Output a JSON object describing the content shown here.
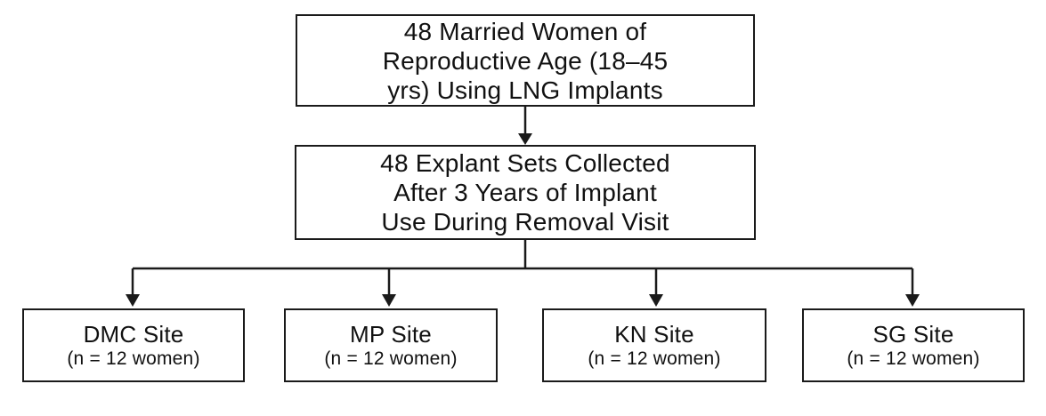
{
  "top_box": {
    "lines": [
      "48 Married Women of",
      "Reproductive Age (18–45",
      "yrs) Using LNG Implants"
    ]
  },
  "middle_box": {
    "lines": [
      "48 Explant Sets Collected",
      "After 3 Years of Implant",
      "Use During Removal Visit"
    ]
  },
  "sites": [
    {
      "name": "DMC Site",
      "n": "(n = 12 women)"
    },
    {
      "name": "MP Site",
      "n": "(n = 12 women)"
    },
    {
      "name": "KN Site",
      "n": "(n = 12 women)"
    },
    {
      "name": "SG Site",
      "n": "(n = 12 women)"
    }
  ],
  "colors": {
    "line": "#1a1a1a",
    "background": "#ffffff"
  }
}
